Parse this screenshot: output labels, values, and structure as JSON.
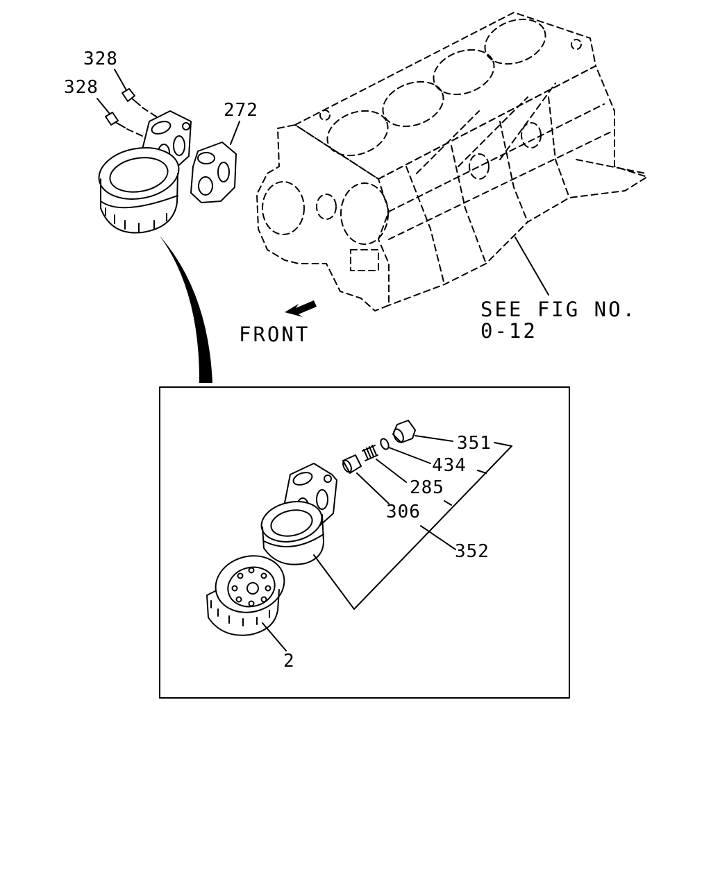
{
  "callouts": {
    "bolt_upper": "328",
    "bolt_lower": "328",
    "gasket": "272",
    "plug": "351",
    "o_ring": "434",
    "spring": "285",
    "valve": "306",
    "assembly": "352",
    "filter": "2"
  },
  "notes": {
    "front": "FRONT",
    "see_fig_line1": "SEE FIG NO.",
    "see_fig_line2": "0-12"
  }
}
